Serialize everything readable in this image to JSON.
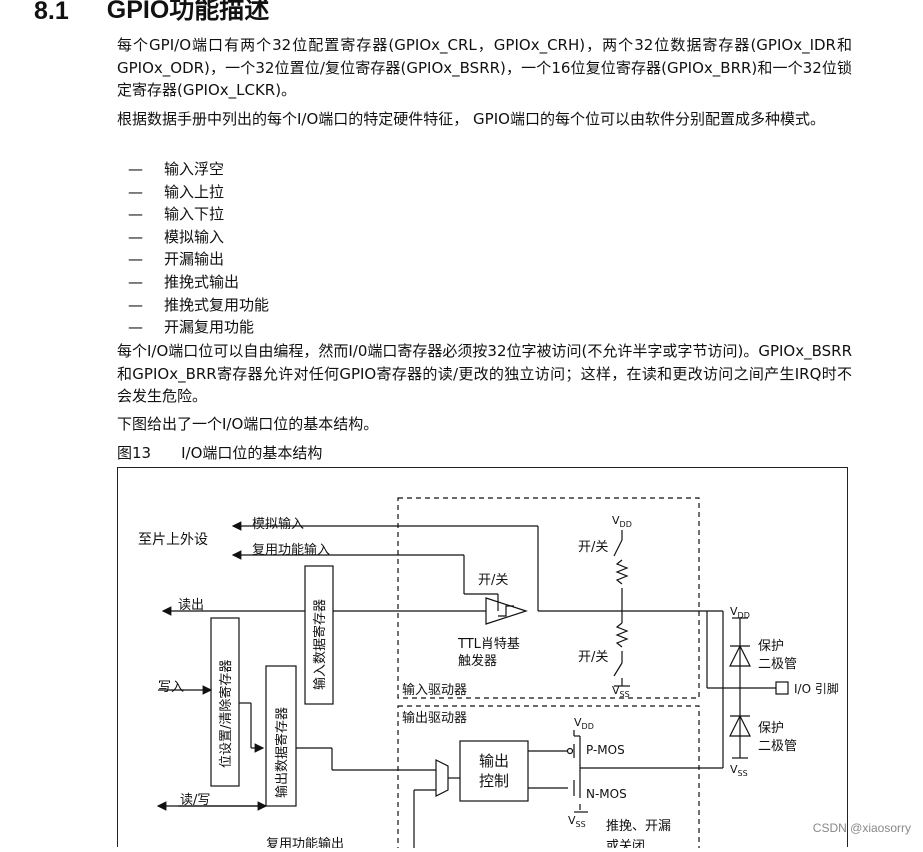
{
  "section": {
    "number": "8.1",
    "title": "GPIO功能描述"
  },
  "paragraphs": {
    "p1": "每个GPI/O端口有两个32位配置寄存器(GPIOx_CRL，GPIOx_CRH)，两个32位数据寄存器(GPIOx_IDR和GPIOx_ODR)，一个32位置位/复位寄存器(GPIOx_BSRR)，一个16位复位寄存器(GPIOx_BRR)和一个32位锁定寄存器(GPIOx_LCKR)。",
    "p2": "根据数据手册中列出的每个I/O端口的特定硬件特征， GPIO端口的每个位可以由软件分别配置成多种模式。",
    "p3": "每个I/O端口位可以自由编程，然而I/0端口寄存器必须按32位字被访问(不允许半字或字节访问)。GPIOx_BSRR和GPIOx_BRR寄存器允许对任何GPIO寄存器的读/更改的独立访问；这样，在读和更改访问之间产生IRQ时不会发生危险。",
    "p4": "下图给出了一个I/O端口位的基本结构。"
  },
  "modes": [
    "输入浮空",
    "输入上拉",
    "输入下拉",
    "模拟输入",
    "开漏输出",
    "推挽式输出",
    "推挽式复用功能",
    "开漏复用功能"
  ],
  "dash": "—",
  "figure": {
    "number": "图13",
    "title": "I/O端口位的基本结构",
    "labels": {
      "on_chip": "至片上外设",
      "analog_in": "模拟输入",
      "alt_in": "复用功能输入",
      "read": "读出",
      "write": "写入",
      "read_write": "读/写",
      "input_data_reg": "输入数据寄存器",
      "bit_set_reset_reg": "位设置/清除寄存器",
      "output_data_reg": "输出数据寄存器",
      "switch1": "开/关",
      "switch2": "开/关",
      "switch3": "开/关",
      "ttl_line1": "TTL肖特基",
      "ttl_line2": "触发器",
      "input_driver": "输入驱动器",
      "output_driver": "输出驱动器",
      "output_ctrl_line1": "输出",
      "output_ctrl_line2": "控制",
      "vdd": "V",
      "vss": "V",
      "dd": "DD",
      "ss": "SS",
      "pmos": "P-MOS",
      "nmos": "N-MOS",
      "protect1": "保护",
      "diode1": "二极管",
      "protect2": "保护",
      "diode2": "二极管",
      "io_pin": "I/O 引脚",
      "pushpull": "推挽、开漏",
      "pushpull2": "或关闭",
      "alt_out": "复用功能输出"
    }
  },
  "watermark": "CSDN @xiaosorry"
}
